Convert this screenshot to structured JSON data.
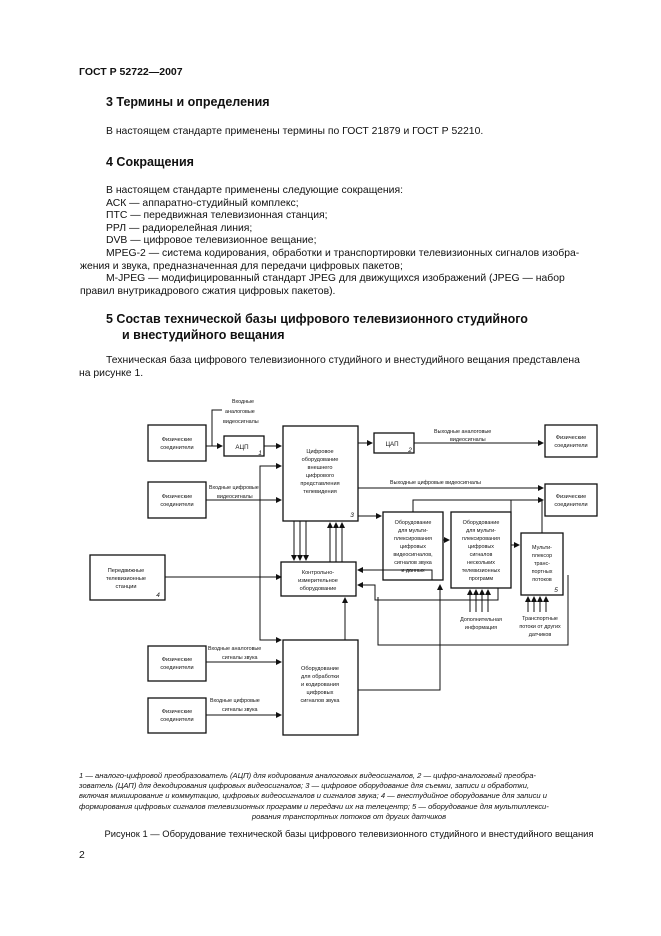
{
  "header": {
    "doc_id": "ГОСТ Р 52722—2007"
  },
  "section3": {
    "title": "3 Термины и определения",
    "text": "В настоящем стандарте применены термины по ГОСТ 21879 и ГОСТ Р 52210."
  },
  "section4": {
    "title": "4 Сокращения",
    "intro": "В настоящем стандарте применены следующие сокращения:",
    "items": [
      "АСК — аппаратно-студийный комплекс;",
      "ПТС — передвижная телевизионная станция;",
      "РРЛ — радиорелейная линия;",
      "DVB — цифровое телевизионное вещание;",
      "MPEG-2 — система кодирования, обработки и транспортировки телевизионных сигналов изобра-",
      "жения и звука, предназначенная для передачи цифровых пакетов;",
      "M-JPEG — модифицированный стандарт JPEG для движущихся изображений (JPEG — набор",
      "правил внутрикадрового сжатия цифровых пакетов)."
    ]
  },
  "section5": {
    "title_line1": "5 Состав технической базы цифрового телевизионного студийного",
    "title_line2": "и внестудийного вещания",
    "text_line1": "Техническая база цифрового телевизионного студийного и внестудийного вещания представлена",
    "text_line2": "на рисунке 1."
  },
  "diagram": {
    "labels": {
      "in_analog_video": [
        "Входные",
        "аналоговые",
        "видеосигналы"
      ],
      "adc": "АЦП",
      "adc_num": "1",
      "phys1": [
        "Физические",
        "соединители"
      ],
      "phys2": [
        "Физические",
        "соединители"
      ],
      "in_digital_video": [
        "Входные цифровые",
        "видеосигналы"
      ],
      "mixing": [
        "Цифровое",
        "оборудование",
        "внешнего",
        "цифрового",
        "представления",
        "телевидения"
      ],
      "mixing_num": "3",
      "dac": "ЦАП",
      "dac_num": "2",
      "out_analog_video": [
        "Выходные аналоговые",
        "видеосигналы"
      ],
      "out_digital_video": "Выходные цифровые видеосигналы",
      "phys_out1": [
        "Физические",
        "соединители"
      ],
      "phys_out2": [
        "Физические",
        "соединители"
      ],
      "mux_vid": [
        "Оборудование",
        "для мульти-",
        "плексирования",
        "цифровых",
        "видеосигналов,",
        "сигналов звука",
        "и данных"
      ],
      "mux_tv": [
        "Оборудование",
        "для мульти-",
        "плексирования",
        "цифровых",
        "сигналов",
        "нескольких",
        "телевизионных",
        "программ"
      ],
      "multiplexer": [
        "Мульти-",
        "плексор",
        "транс-",
        "портных",
        "потоков"
      ],
      "mux_num": "5",
      "ptc": [
        "Передвижные",
        "телевизионные",
        "станции"
      ],
      "ptc_num": "4",
      "control": [
        "Контрольно-",
        "измерительное",
        "оборудование"
      ],
      "extra_info": [
        "Дополнительная",
        "информация"
      ],
      "transport": [
        "Транспортные",
        "потоки от других",
        "датчиков"
      ],
      "phys3": [
        "Физические",
        "соединители"
      ],
      "in_analog_audio": [
        "Входные аналоговые",
        "сигналы звука"
      ],
      "audio_eq": [
        "Оборудование",
        "для обработки",
        "и кодирования",
        "цифровых",
        "сигналов звука"
      ],
      "phys4": [
        "Физические",
        "соединители"
      ],
      "in_digital_audio": [
        "Входные цифровые",
        "сигналы звука"
      ]
    }
  },
  "caption": {
    "lines": [
      "1 — аналого-цифровой преобразователь (АЦП) для кодирования аналоговых видеосигналов, 2 — цифро-аналоговый преобра-",
      "зователь (ЦАП) для декодирования цифровых видеосигналов; 3 — цифровое оборудование для съемки, записи и обработки,",
      "включая микширование и коммутацию, цифровых видеосигналов и сигналов звука; 4 — внестудийное оборудование для записи и",
      "формирования цифровых сигналов телевизионных программ и передачи их на телецентр; 5 — оборудование для мультиплекси-",
      "рования транспортных потоков от других датчиков"
    ],
    "figure_title": "Рисунок 1 — Оборудование технической базы цифрового телевизионного студийного и внестудийного вещания"
  },
  "footer": {
    "page_number": "2"
  }
}
